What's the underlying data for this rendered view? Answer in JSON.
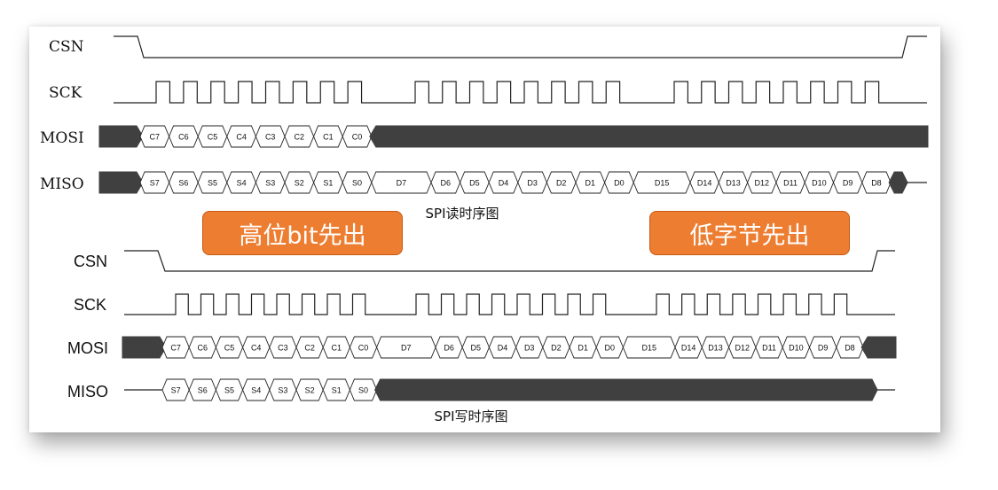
{
  "diagrams": {
    "read": {
      "caption": "SPI读时序图",
      "signals": {
        "csn": "CSN",
        "sck": "SCK",
        "mosi": "MOSI",
        "miso": "MISO"
      },
      "mosi_cells": [
        "C7",
        "C6",
        "C5",
        "C4",
        "C3",
        "C2",
        "C1",
        "C0"
      ],
      "miso_cells": [
        "S7",
        "S6",
        "S5",
        "S4",
        "S3",
        "S2",
        "S1",
        "S0",
        "D7",
        "D6",
        "D5",
        "D4",
        "D3",
        "D2",
        "D1",
        "D0",
        "D15",
        "D14",
        "D13",
        "D12",
        "D11",
        "D10",
        "D9",
        "D8"
      ]
    },
    "write": {
      "caption": "SPI写时序图",
      "signals": {
        "csn": "CSN",
        "sck": "SCK",
        "mosi": "MOSI",
        "miso": "MISO"
      },
      "mosi_cells": [
        "C7",
        "C6",
        "C5",
        "C4",
        "C3",
        "C2",
        "C1",
        "C0",
        "D7",
        "D6",
        "D5",
        "D4",
        "D3",
        "D2",
        "D1",
        "D0",
        "D15",
        "D14",
        "D13",
        "D12",
        "D11",
        "D10",
        "D9",
        "D8"
      ],
      "miso_cells": [
        "S7",
        "S6",
        "S5",
        "S4",
        "S3",
        "S2",
        "S1",
        "S0"
      ]
    }
  },
  "callouts": {
    "msb_first": "高位bit先出",
    "low_byte_first": "低字节先出"
  },
  "colors": {
    "accent": "#ED7D31",
    "bus_fill": "#404040",
    "line": "#222222"
  }
}
